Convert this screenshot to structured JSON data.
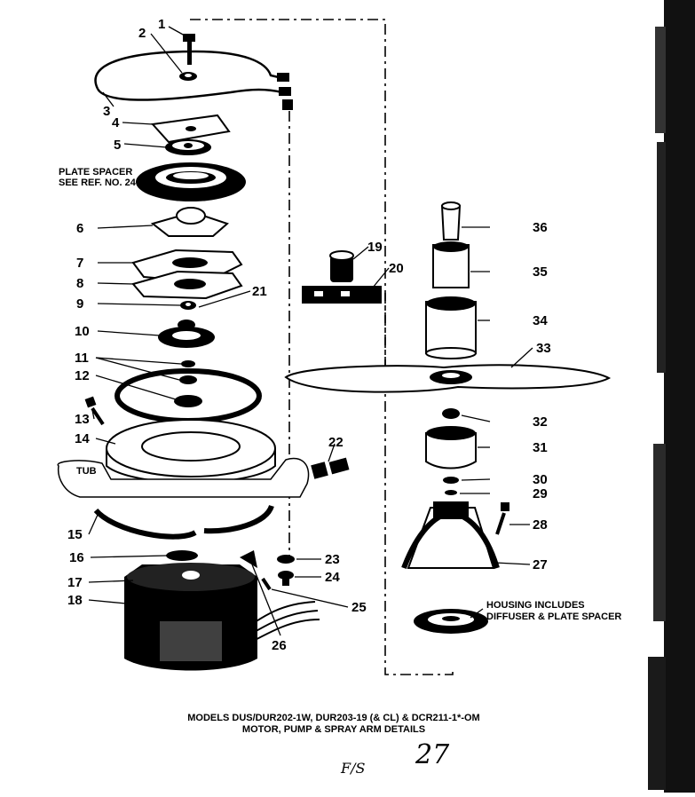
{
  "diagram": {
    "callouts": {
      "c1": "1",
      "c2": "2",
      "c3": "3",
      "c4": "4",
      "c5": "5",
      "c6": "6",
      "c7": "7",
      "c8": "8",
      "c9": "9",
      "c10": "10",
      "c11": "11",
      "c12": "12",
      "c13": "13",
      "c14": "14",
      "c15": "15",
      "c16": "16",
      "c17": "17",
      "c18": "18",
      "c19": "19",
      "c20": "20",
      "c21": "21",
      "c22": "22",
      "c23": "23",
      "c24": "24",
      "c25": "25",
      "c26": "26",
      "c27": "27",
      "c28": "28",
      "c29": "29",
      "c30": "30",
      "c31": "31",
      "c32": "32",
      "c33": "33",
      "c34": "34",
      "c35": "35",
      "c36": "36"
    },
    "notes": {
      "plate_spacer_line1": "PLATE SPACER",
      "plate_spacer_line2": "SEE REF. NO. 24",
      "tub": "TUB",
      "housing_line1": "HOUSING INCLUDES",
      "housing_line2": "DIFFUSER & PLATE SPACER"
    },
    "caption": {
      "line1": "MODELS DUS/DUR202-1W, DUR203-19 (& CL) & DCR211-1*-OM",
      "line2": "MOTOR, PUMP & SPRAY ARM DETAILS"
    },
    "handwriting": {
      "fig": "F/S",
      "page": "27"
    }
  }
}
